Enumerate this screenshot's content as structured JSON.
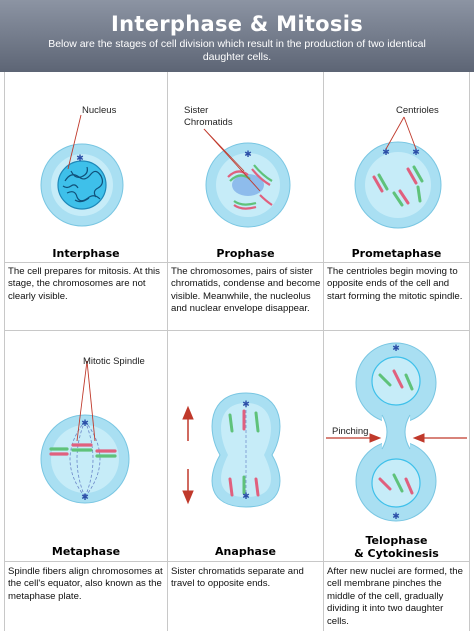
{
  "header": {
    "title": "Interphase & Mitosis",
    "subtitle": "Below are the stages of cell division which result in the production of two identical daughter cells."
  },
  "stages": [
    {
      "title": "Interphase",
      "description": "The cell prepares for mitosis. At this stage, the chromosomes are not clearly visible.",
      "callouts": [
        "Nucleus"
      ]
    },
    {
      "title": "Prophase",
      "description": "The chromosomes, pairs of sister chromatids, condense and become visible. Meanwhile, the nucleolus and nuclear envelope disappear.",
      "callouts": [
        "Sister",
        "Chromatids"
      ]
    },
    {
      "title": "Prometaphase",
      "description": "The centrioles begin moving to opposite ends of the cell and start forming the mitotic spindle.",
      "callouts": [
        "Centrioles"
      ]
    },
    {
      "title": "Metaphase",
      "description": "Spindle fibers align chromosomes at the cell's equator, also known as the metaphase plate.",
      "callouts": [
        "Mitotic Spindle"
      ]
    },
    {
      "title": "Anaphase",
      "description": "Sister chromatids separate and travel to opposite ends.",
      "callouts": []
    },
    {
      "title_line1": "Telophase",
      "title_line2": "& Cytokinesis",
      "description": "After new nuclei are formed, the cell membrane pinches the middle of the cell, gradually dividing it into two daughter cells.",
      "callouts": [
        "Pinching"
      ]
    }
  ],
  "colors": {
    "cell_outer": "#a9dff2",
    "cell_inner": "#3ec0ea",
    "chromosome_pink": "#e0607e",
    "chromosome_green": "#5fc27a",
    "callout_line": "#c0392b"
  }
}
